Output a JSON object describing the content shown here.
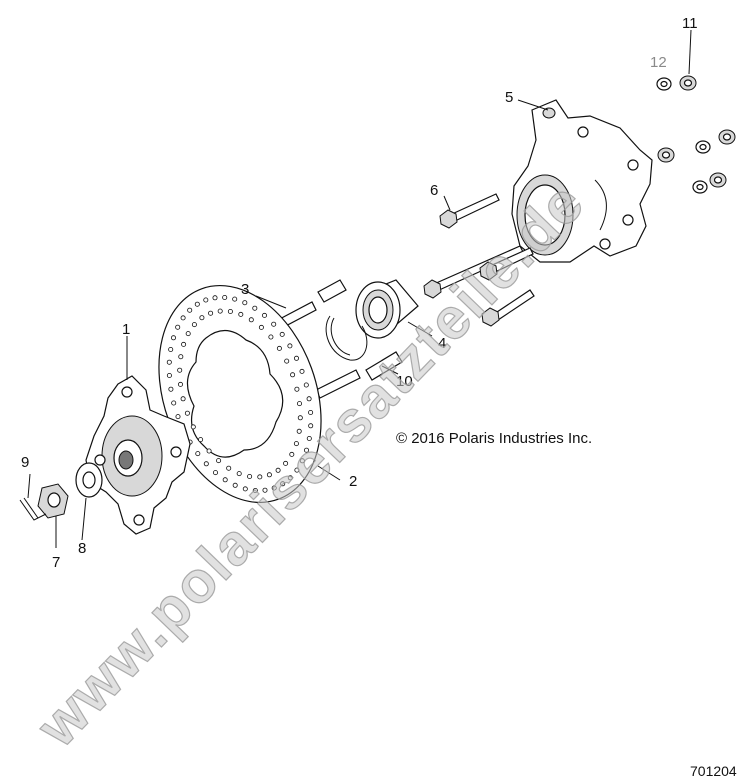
{
  "diagram": {
    "callouts": [
      "1",
      "2",
      "3",
      "4",
      "5",
      "6",
      "7",
      "8",
      "9",
      "10",
      "11",
      "12"
    ],
    "copyright": "© 2016 Polaris Industries Inc.",
    "drawing_number": "701204",
    "watermark": "www.polarisersatzteile.de",
    "colors": {
      "line": "#111111",
      "shade": "#d8d8d8",
      "watermark": "#c9c9c9",
      "callout_12": "#8a8a8a"
    }
  }
}
